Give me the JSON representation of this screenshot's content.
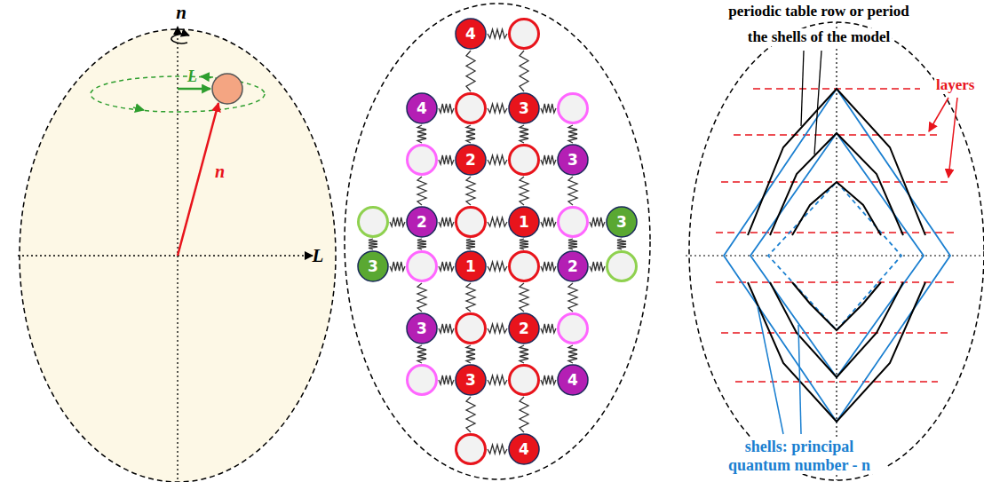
{
  "diagram": {
    "nodes": [
      {
        "text": [
          "4"
        ]
      },
      {
        "text": [
          "4"
        ]
      },
      {
        "text": [
          "3"
        ]
      },
      {
        "text": [
          "2"
        ]
      },
      {
        "text": [
          "3"
        ]
      },
      {
        "text": [
          "2"
        ]
      },
      {
        "text": [
          "1"
        ]
      },
      {
        "text": [
          "3"
        ]
      },
      {
        "text": [
          "3"
        ]
      },
      {
        "text": [
          "1"
        ]
      },
      {
        "text": [
          "2"
        ]
      },
      {
        "text": [
          "3"
        ]
      },
      {
        "text": [
          "2"
        ]
      },
      {
        "text": [
          "3"
        ]
      },
      {
        "text": [
          "4"
        ]
      },
      {
        "text": [
          "4"
        ]
      }
    ],
    "labels": [
      "n",
      "L",
      "L",
      "n",
      "periodic table row or period",
      "the shells of the model",
      "layers",
      "shells: principal quantum number - n"
    ]
  }
}
